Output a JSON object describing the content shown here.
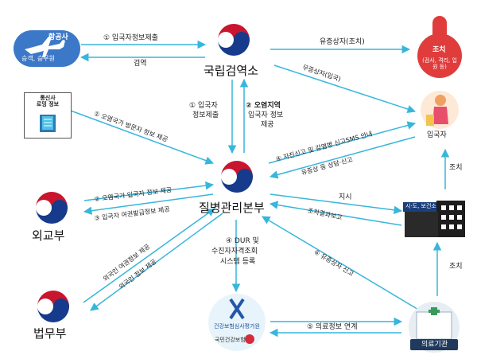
{
  "nodes": {
    "airline": {
      "label": "항공사",
      "sub": "승객, 승무원"
    },
    "quarantine": {
      "label": "국립검역소"
    },
    "isolation": {
      "label": "조치",
      "sub": "(검사, 격리, 입원 등)"
    },
    "telecom": {
      "label": "통신사\n로밍 정보"
    },
    "traveler": {
      "label": "입국자"
    },
    "foreign": {
      "label": "외교부"
    },
    "kdca": {
      "label": "질병관리본부"
    },
    "local": {
      "label": "시·도, 보건소"
    },
    "justice": {
      "label": "법무부"
    },
    "hira": {
      "label": "건강보험심사평가원",
      "sub": "국민건강보험"
    },
    "hospital": {
      "label": "의료기관"
    }
  },
  "edges": {
    "e1": "① 입국자정보제출",
    "e2": "검역",
    "e3": "유증상자(조치)",
    "e4": "무증상자(입국)",
    "e5a": "① 입국자",
    "e5b": "정보제출",
    "e6a": "② 오염지역",
    "e6b": "입국자 정보",
    "e6c": "제공",
    "e7": "① 오염국가 방문자 정보 제공",
    "e8": "④ 자진신고 및 감염병 신고SMS 안내",
    "e9": "유증상 등 상담·신고",
    "e10": "② 오염국가 입국자 정보 제공",
    "e11": "③ 입국자 여권발급정보 제공",
    "e12": "지시",
    "e13": "조치결과보고",
    "e14": "조치",
    "e15": "조치",
    "e16": "외국인 여권정보 제공",
    "e17": "외국인 정보 제공",
    "e18a": "④ DUR 및",
    "e18b": "수진자자격조회",
    "e18c": "시스템 등록",
    "e19": "⑥ 유증상자 신고",
    "e20": "⑤ 의료정보 연계"
  }
}
